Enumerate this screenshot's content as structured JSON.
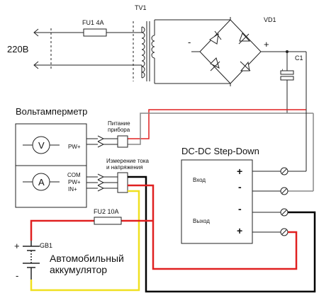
{
  "mains": {
    "label": "220В"
  },
  "fuse1": {
    "label": "FU1 4A"
  },
  "transformer": {
    "label": "TV1"
  },
  "bridge": {
    "label": "VD1",
    "minus": "-",
    "plus": "+"
  },
  "capacitor": {
    "label": "C1",
    "plus": "+"
  },
  "meter": {
    "title": "Вольтамперметр",
    "voltmeter_symbol": "V",
    "ammeter_symbol": "A",
    "pin_pw_top": "PW+",
    "pin_com": "COM",
    "pin_pw": "PW+",
    "pin_in": "IN+",
    "power_note_line1": "Питание",
    "power_note_line2": "прибора",
    "measure_note_line1": "Измерение тока",
    "measure_note_line2": "и напряжения"
  },
  "converter": {
    "title": "DC-DC Step-Down",
    "input_label": "Вход",
    "output_label": "Выход",
    "in_plus": "+",
    "in_minus": "-",
    "out_minus": "-",
    "out_plus": "+"
  },
  "fuse2": {
    "label": "FU2 10A"
  },
  "battery": {
    "label": "GB1",
    "plus": "+",
    "minus": "-",
    "name_line1": "Автомобильный",
    "name_line2": "аккумулятор"
  },
  "colors": {
    "wire_red": "#e02020",
    "wire_yellow": "#f0e020",
    "wire_black": "#000000",
    "wire_gray": "#888888",
    "line": "#222222"
  }
}
